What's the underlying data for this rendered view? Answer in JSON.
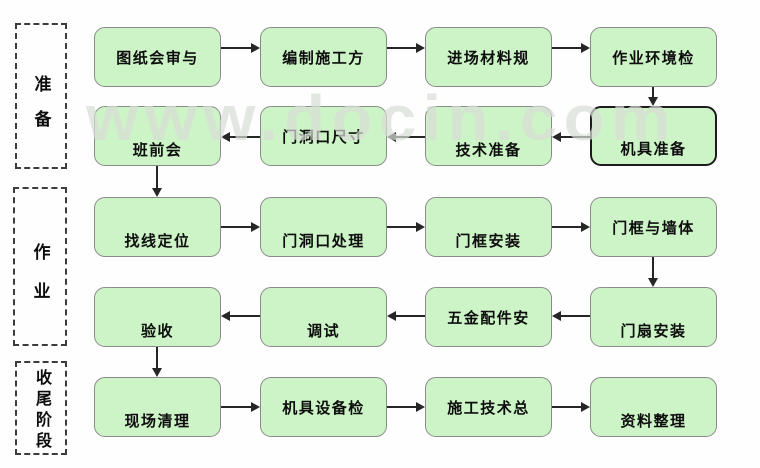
{
  "watermark": "www.docin.com",
  "stages": [
    {
      "label": "准备"
    },
    {
      "label": "作业"
    },
    {
      "label": "收尾阶段"
    }
  ],
  "nodes": [
    {
      "label": "图纸会审与"
    },
    {
      "label": "编制施工方"
    },
    {
      "label": "进场材料规"
    },
    {
      "label": "作业环境检"
    },
    {
      "label": "班前会"
    },
    {
      "label": "门洞口尺寸"
    },
    {
      "label": "技术准备"
    },
    {
      "label": "机具准备"
    },
    {
      "label": "找线定位"
    },
    {
      "label": "门洞口处理"
    },
    {
      "label": "门框安装"
    },
    {
      "label": "门框与墙体"
    },
    {
      "label": "验收"
    },
    {
      "label": "调试"
    },
    {
      "label": "五金配件安"
    },
    {
      "label": "门扇安装"
    },
    {
      "label": "现场清理"
    },
    {
      "label": "机具设备检"
    },
    {
      "label": "施工技术总"
    },
    {
      "label": "资料整理"
    }
  ],
  "colors": {
    "node_fill": "#cdf4c6",
    "node_border": "#8b8b8b",
    "node_border_dark": "#1c1c1c",
    "arrow": "#262626",
    "stage_border": "#3c3c3c",
    "text": "#0d0d0d",
    "watermark": "#d9ded7",
    "bg": "#fefefe"
  }
}
